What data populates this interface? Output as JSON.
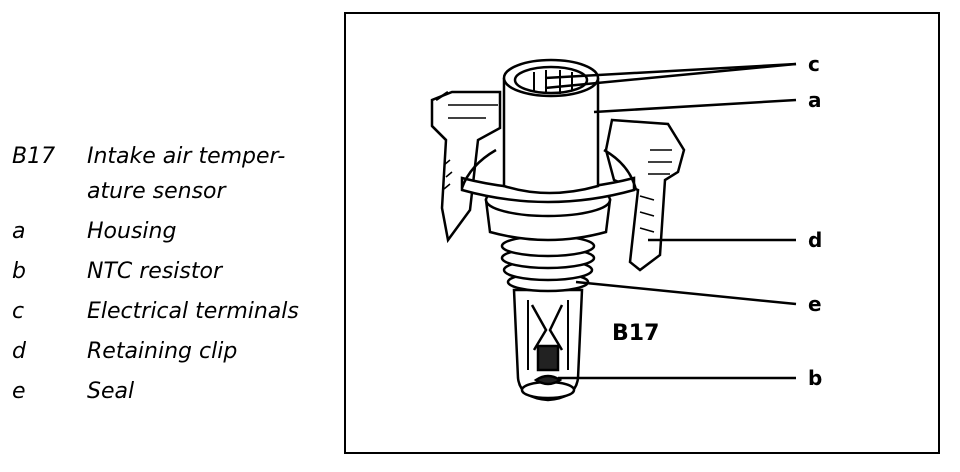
{
  "legend": {
    "sensor": {
      "key": "B17",
      "line1": "Intake air temper-",
      "line2": "ature sensor"
    },
    "items": [
      {
        "key": "a",
        "text": "Housing"
      },
      {
        "key": "b",
        "text": "NTC resistor"
      },
      {
        "key": "c",
        "text": "Electrical terminals"
      },
      {
        "key": "d",
        "text": "Retaining clip"
      },
      {
        "key": "e",
        "text": "Seal"
      }
    ]
  },
  "diagram": {
    "part_label": "B17",
    "callouts": {
      "c": "c",
      "a": "a",
      "d": "d",
      "e": "e",
      "b": "b"
    }
  }
}
